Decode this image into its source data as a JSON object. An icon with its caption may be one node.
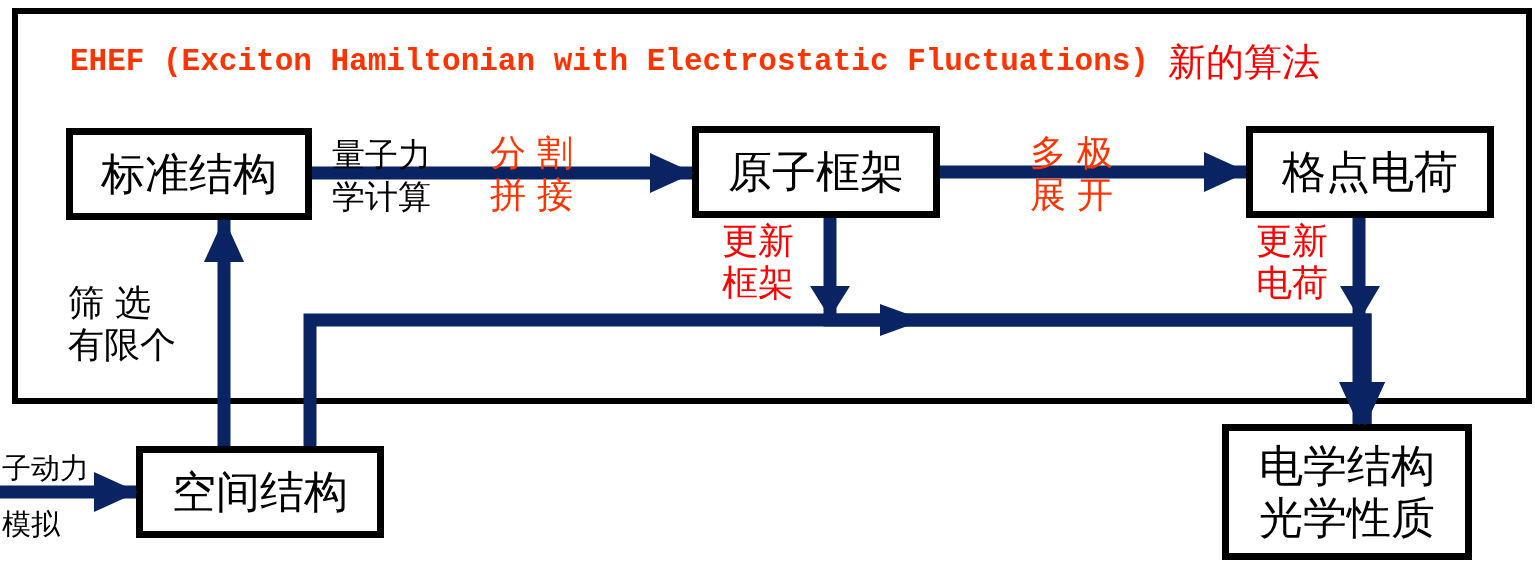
{
  "diagram": {
    "nodes": [
      {
        "text": [
          "EHEF (Exciton Hamiltonian with Electrostatic Fluctuations)",
          "新的算法"
        ]
      },
      {
        "text": [
          "标准结构"
        ],
        "in": 0
      },
      {
        "text": [
          "原子框架"
        ],
        "in": 0
      },
      {
        "text": [
          "格点电荷"
        ],
        "in": 0
      },
      {
        "text": [
          "空间结构"
        ]
      },
      {
        "text": [
          "电学结构光学性质"
        ]
      }
    ],
    "edges": [
      {
        "from": 1,
        "to": 2,
        "arrow": "to",
        "label": "量子力学计算"
      },
      {
        "from": 2,
        "to": 3,
        "arrow": "to",
        "label": "多 极展 开"
      },
      {
        "from": 4,
        "to": 1,
        "arrow": "to",
        "label": "筛 选有限个"
      },
      {
        "from": 4,
        "to": 5,
        "arrow": "to"
      },
      {
        "from": 2,
        "to": 5,
        "arrow": "to",
        "label": "更新框架"
      },
      {
        "from": 3,
        "to": 5,
        "arrow": "to",
        "label": "更新电荷"
      },
      {
        "from": null,
        "to": 4,
        "arrow": "to",
        "label": "子动力模拟"
      }
    ],
    "labels": [
      "分 割拼 接"
    ]
  }
}
